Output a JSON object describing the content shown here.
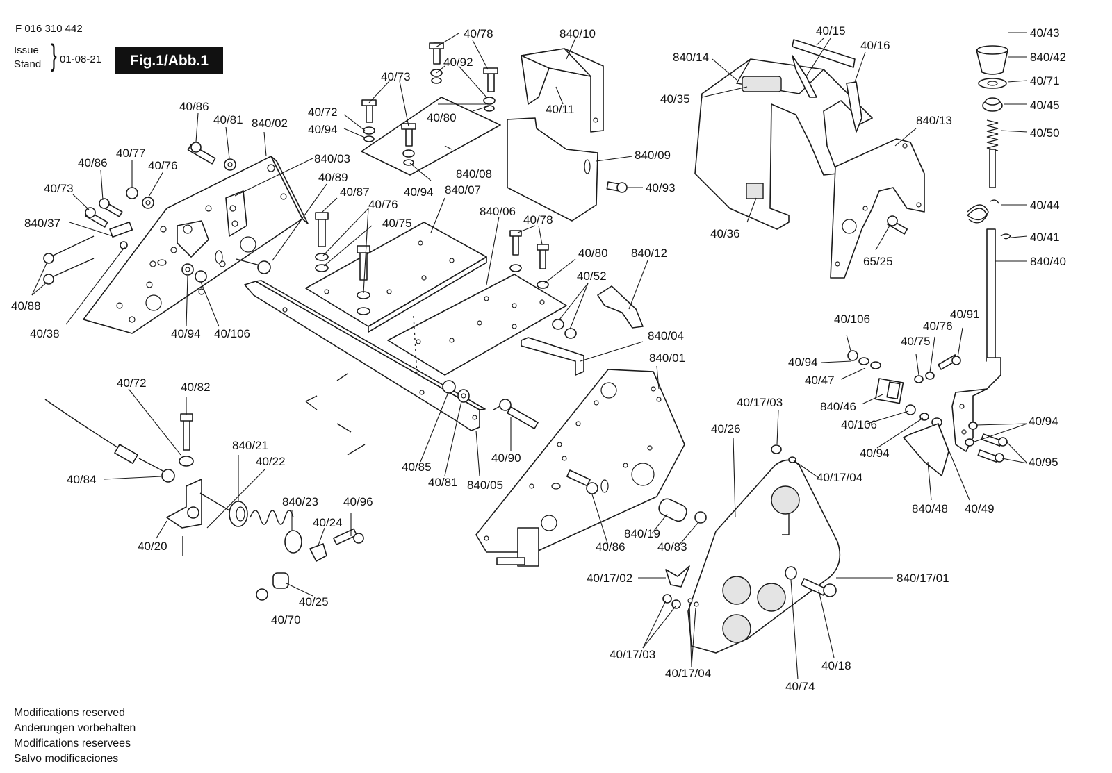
{
  "header": {
    "doc_number": "F 016 310 442",
    "issue_label_1": "Issue",
    "issue_label_2": "Stand",
    "issue_date": "01-08-21",
    "figure_label": "Fig.1/Abb.1"
  },
  "footer": {
    "notes": [
      "Modifications reserved",
      "Anderungen vorbehalten",
      "Modifications reservees",
      "Salvo modificaciones"
    ]
  },
  "callouts": {
    "c40_78a": "40/78",
    "c840_10": "840/10",
    "c40_15": "40/15",
    "c40_16": "40/16",
    "c40_43": "40/43",
    "c840_42": "840/42",
    "c840_14": "840/14",
    "c40_92": "40/92",
    "c40_73a": "40/73",
    "c40_71": "40/71",
    "c40_11": "40/11",
    "c40_35": "40/35",
    "c40_45": "40/45",
    "c40_86a": "40/86",
    "c40_72a": "40/72",
    "c40_80a": "40/80",
    "c840_13": "840/13",
    "c40_81a": "40/81",
    "c840_02": "840/02",
    "c40_94a": "40/94",
    "c40_50": "40/50",
    "c840_09": "840/09",
    "c40_77": "40/77",
    "c840_08": "840/08",
    "c840_03": "840/03",
    "c40_86b": "40/86",
    "c40_76a": "40/76",
    "c40_89": "40/89",
    "c40_93": "40/93",
    "c40_94b": "40/94",
    "c840_07": "840/07",
    "c40_73b": "40/73",
    "c40_87": "40/87",
    "c40_76b": "40/76",
    "c40_44": "40/44",
    "c840_06": "840/06",
    "c40_78b": "40/78",
    "c840_37": "840/37",
    "c40_75a": "40/75",
    "c40_36": "40/36",
    "c65_25": "65/25",
    "c40_41": "40/41",
    "c40_80b": "40/80",
    "c840_12": "840/12",
    "c840_40": "840/40",
    "c40_52": "40/52",
    "c40_88": "40/88",
    "c40_38": "40/38",
    "c40_94c": "40/94",
    "c40_106a": "40/106",
    "c40_106b": "40/106",
    "c40_91": "40/91",
    "c40_76c": "40/76",
    "c840_04": "840/04",
    "c40_75b": "40/75",
    "c40_94d": "40/94",
    "c840_01": "840/01",
    "c40_47": "40/47",
    "c40_72b": "40/72",
    "c40_82": "40/82",
    "c840_46": "840/46",
    "c40_17_03a": "40/17/03",
    "c40_106c": "40/106",
    "c40_94e": "40/94",
    "c40_26": "40/26",
    "c840_21": "840/21",
    "c40_22": "40/22",
    "c40_94f": "40/94",
    "c40_95": "40/95",
    "c40_85": "40/85",
    "c40_90": "40/90",
    "c40_17_04a": "40/17/04",
    "c40_84": "40/84",
    "c40_81b": "40/81",
    "c840_05": "840/05",
    "c840_23": "840/23",
    "c40_96": "40/96",
    "c840_48": "840/48",
    "c40_49": "40/49",
    "c40_24": "40/24",
    "c40_20": "40/20",
    "c840_19": "840/19",
    "c40_86c": "40/86",
    "c40_83": "40/83",
    "c40_17_02": "40/17/02",
    "c840_17_01": "840/17/01",
    "c40_25": "40/25",
    "c40_70": "40/70",
    "c40_17_03b": "40/17/03",
    "c40_18": "40/18",
    "c40_17_04b": "40/17/04",
    "c40_74": "40/74"
  }
}
